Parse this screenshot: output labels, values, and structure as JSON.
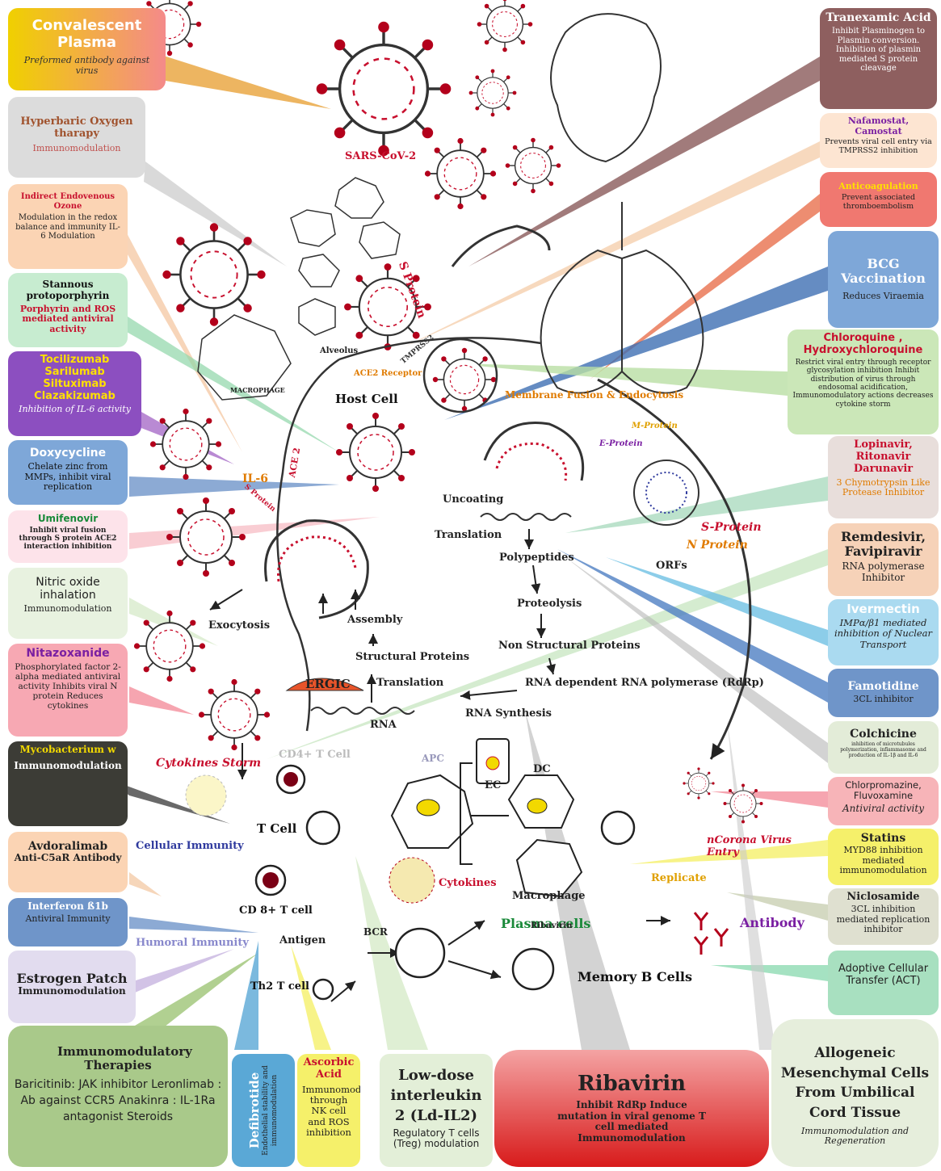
{
  "left_boxes": [
    {
      "id": "convalescent",
      "title": "Convalescent Plasma",
      "desc": "Preformed antibody against virus"
    },
    {
      "id": "hyperbaric",
      "title": "Hyperbaric Oxygen tharapy",
      "desc": "Immunomodulation"
    },
    {
      "id": "ozone",
      "title": "Indirect Endovenous Ozone",
      "desc": "Modulation in the redox balance and immunity IL-6 Modulation"
    },
    {
      "id": "stannous",
      "title": "Stannous protoporphyrin",
      "desc": "Porphyrin and ROS mediated antiviral activity"
    },
    {
      "id": "tocilizumab",
      "title": "Tocilizumab Sarilumab Siltuximab Clazakizumab",
      "desc": "Inhibition of IL-6 activity"
    },
    {
      "id": "doxycycline",
      "title": "Doxycycline",
      "desc": "Chelate zinc from MMPs, inhibit viral replication"
    },
    {
      "id": "umifenovir",
      "title": "Umifenovir",
      "desc": "Inhibit viral fusion through S protein ACE2 interaction inhibition"
    },
    {
      "id": "nitric",
      "title": "Nitric oxide inhalation",
      "desc": "Immunomodulation"
    },
    {
      "id": "nitazoxanide",
      "title": "Nitazoxanide",
      "desc": "Phosphorylated factor 2-alpha mediated antiviral activity Inhibits viral N protein Reduces cytokines"
    },
    {
      "id": "mycobacterium",
      "title": "Mycobacterium w",
      "desc": "Immunomodulation"
    },
    {
      "id": "avdoralimab",
      "title": "Avdoralimab",
      "desc": "Anti-C5aR Antibody"
    },
    {
      "id": "interferon",
      "title": "Interferon ß1b",
      "desc": "Antiviral Immunity"
    },
    {
      "id": "estrogen",
      "title": "Estrogen Patch",
      "desc": "Immunomodulation"
    }
  ],
  "right_boxes": [
    {
      "id": "tranexamic",
      "title": "Tranexamic Acid",
      "desc": "Inhibit Plasminogen to Plasmin conversion. Inhibition of plasmin mediated S protein cleavage"
    },
    {
      "id": "nafamostat",
      "title": "Nafamostat, Camostat",
      "desc": "Prevents viral cell entry via TMPRSS2 inhibition"
    },
    {
      "id": "anticoag",
      "title": "Anticoagulation",
      "desc": "Prevent associated thromboembolism"
    },
    {
      "id": "bcg",
      "title": "BCG Vaccination",
      "desc": "Reduces Viraemia"
    },
    {
      "id": "chloroquine",
      "title": "Chloroquine , Hydroxychloroquine",
      "desc": "Restrict viral entry through receptor glycosylation inhibition Inhibit distribution of virus through endosomal acidification, Immunomodulatory actions decreases cytokine storm"
    },
    {
      "id": "lopinavir",
      "title": "Lopinavir, Ritonavir Darunavir",
      "desc": "3 Chymotrypsin Like Protease Inhibitor"
    },
    {
      "id": "remdesivir",
      "title": "Remdesivir, Favipiravir",
      "desc": "RNA polymerase Inhibitor"
    },
    {
      "id": "ivermectin",
      "title": "Ivermectin",
      "desc": "IMPα/β1 mediated inhibition of Nuclear Transport"
    },
    {
      "id": "famotidine",
      "title": "Famotidine",
      "desc": "3CL inhibitor"
    },
    {
      "id": "colchicine",
      "title": "Colchicine",
      "desc": "inhibition of microtubules polymerization, inflammasome and production of IL-1β and IL-6"
    },
    {
      "id": "chlorpromazine",
      "title": "Chlorpromazine, Fluvoxamine",
      "desc": "Antiviral activity"
    },
    {
      "id": "statins",
      "title": "Statins",
      "desc": "MYD88 inhibition mediated immunomodulation"
    },
    {
      "id": "niclosamide",
      "title": "Niclosamide",
      "desc": "3CL inhibition mediated replication inhibitor"
    },
    {
      "id": "act",
      "title": "Adoptive Cellular Transfer (ACT)",
      "desc": ""
    }
  ],
  "bottom_boxes": [
    {
      "id": "immunomod",
      "title": "Immunomodulatory Therapies",
      "desc": "Baricitinib: JAK inhibitor Leronlimab : Ab against CCR5 Anakinra : IL-1Ra antagonist Steroids"
    },
    {
      "id": "defibrotide",
      "title": "Defibrotide",
      "desc": "Endothelial stability and immunomodulation"
    },
    {
      "id": "ascorbic",
      "title": "Ascorbic Acid",
      "desc": "Immunomodulation through NK cell and ROS inhibition"
    },
    {
      "id": "ldil2",
      "title": "Low-dose interleukin 2 (Ld-IL2)",
      "desc": "Regulatory T cells (Treg) modulation"
    },
    {
      "id": "ribavirin",
      "title": "Ribavirin",
      "desc": "Inhibit RdRp Induce mutation in viral genome T cell mediated Immunomodulation"
    },
    {
      "id": "allogeneic",
      "title": "Allogeneic Mesenchymal Cells From Umbilical Cord Tissue",
      "desc": "Immunomodulation and Regeneration"
    }
  ],
  "diagram_labels": {
    "sars": "SARS-CoV-2",
    "s_protein": "S Protein",
    "tmprss2": "TMPRSS2",
    "ace2_receptor": "ACE2 Receptor",
    "alveolus": "Alveolus",
    "macrophage_small": "MACROPHAGE",
    "host_cell": "Host Cell",
    "il6": "IL-6",
    "ace2": "ACE 2",
    "s_protein_small": "S Protein",
    "membrane": "Membrane Fusion & Endocytosis",
    "m_protein": "M-Protein",
    "e_protein": "E-Protein",
    "uncoating": "Uncoating",
    "translation1": "Translation",
    "polypeptides": "Polypeptides",
    "proteolysis": "Proteolysis",
    "nsp": "Non Structural Proteins",
    "rdrp": "RNA dependent RNA polymerase (RdRp)",
    "rna_synth": "RNA Synthesis",
    "rna": "RNA",
    "translation2": "Translation",
    "structural": "Structural Proteins",
    "assembly": "Assembly",
    "exocytosis": "Exocytosis",
    "ergic": "ERGIC",
    "s_protein2": "S-Protein",
    "n_protein": "N Protein",
    "orfs": "ORFs",
    "cytokines_storm": "Cytokines Storm",
    "cd4": "CD4+ T Cell",
    "apc": "APC",
    "ec": "EC",
    "dc": "DC",
    "t_cell": "T Cell",
    "cellular": "Cellular Immunity",
    "cytokines": "Cytokines",
    "macrophage": "Macrophage",
    "replicate": "Replicate",
    "ncorona": "nCorona Virus Entry",
    "cd8": "CD 8+ T cell",
    "antigen": "Antigen",
    "bcr": "BCR",
    "plasma": "Plasma cells",
    "ribavirin_small": "Ribavirin",
    "antibody": "Antibody",
    "humoral": "Humoral Immunity",
    "th2": "Th2 T cell",
    "memory": "Memory B Cells"
  },
  "colors": {
    "red": "#c8102e",
    "orange": "#e07b00",
    "purple": "#7a1fa2",
    "blue": "#2f3a9e",
    "green": "#1a8a3a"
  }
}
